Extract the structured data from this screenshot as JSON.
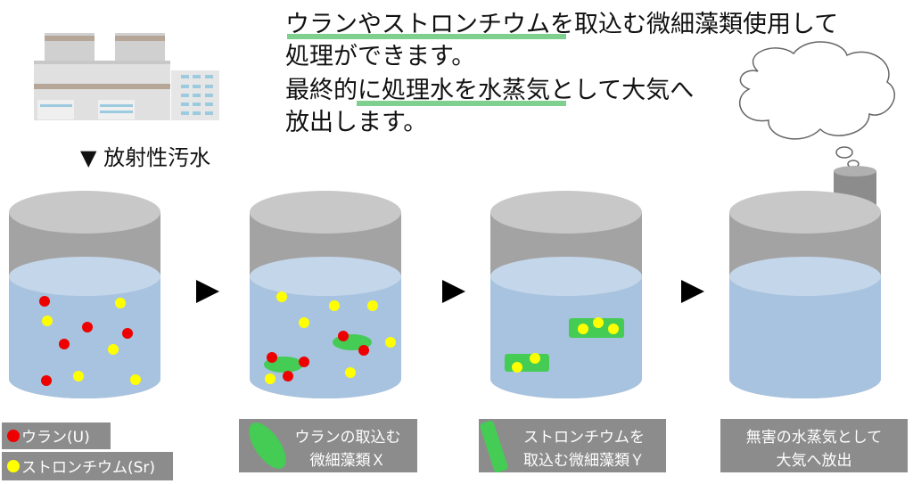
{
  "headline": {
    "line1_highlight": "ウランやストロンチウム",
    "line1_rest": "を取込む微細藻類使用して",
    "line2": "処理ができます。",
    "line3_pre": "最終的に",
    "line3_highlight": "処理水を水蒸気",
    "line3_rest": "として大気へ",
    "line4": "放出します。"
  },
  "source_label": "▼ 放射性汚水",
  "legend": {
    "uranium": "ウラン(U)",
    "strontium": "ストロンチウム(Sr)"
  },
  "steps": [
    {
      "line1": "ウランの取込む",
      "line2": "微細藻類Ｘ"
    },
    {
      "line1": "ストロンチウムを",
      "line2": "取込む微細藻類Ｙ"
    },
    {
      "line1": "無害の水蒸気として",
      "line2": "大気へ放出"
    }
  ],
  "colors": {
    "uranium": "#ee0000",
    "strontium": "#ffff00",
    "algae": "#44cc55",
    "highlight": "#7fcf8f",
    "label_bg": "#8c8c8c"
  }
}
